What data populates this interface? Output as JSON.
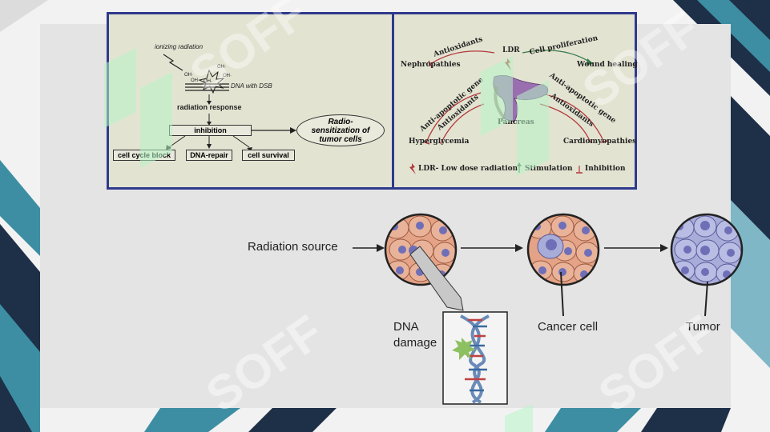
{
  "left_panel": {
    "ionizing": "ionizing radiation",
    "oh1": "OH·",
    "oh2": "OH·",
    "oh3": "OH·",
    "oh4": "OH·",
    "oh5": "OH·",
    "dna_dsb": "DNA with DSB",
    "radiation_response": "radiation response",
    "inhibition": "inhibition",
    "radiosensitization": "Radio-\nsensitization of\ntumor cells",
    "cell_cycle": "cell cycle block",
    "dna_repair": "DNA-repair",
    "cell_survival": "cell survival"
  },
  "right_panel": {
    "ldr_top": "LDR",
    "nephropathies": "Nephropathies",
    "antioxidants_top": "Antioxidants",
    "cell_proliferation": "Cell proliferation",
    "wound_healing": "Wound healing",
    "anti_apoptotic_left": "Anti-apoptotic gene",
    "antioxidants_left": "Antioxidants",
    "anti_apoptotic_right": "Anti-apoptotic gene",
    "antioxidants_right": "Antioxidants",
    "pancreas": "Pancreas",
    "hyperglycemia": "Hyperglycemia",
    "cardiomyopathies": "Cardiomyopathies",
    "legend_ldr": "LDR- Low dose radiation",
    "legend_stim": "Stimulation",
    "legend_inhib": "Inhibition"
  },
  "bottom": {
    "radiation_source": "Radiation source",
    "dna_damage_1": "DNA",
    "dna_damage_2": "damage",
    "cancer_cell": "Cancer cell",
    "tumor": "Tumor"
  },
  "watermark_text": "SOFF",
  "colors": {
    "frame": "#2e3a8c",
    "panel_bg": "#e3e3d2",
    "cell_normal": "#e4a386",
    "nucleus": "#6f6fb8",
    "cell_tumor": "#a7acd9",
    "pancreas": "#9a6fb0",
    "arrow_red": "#b23a3a",
    "arrow_green": "#3a7a4a",
    "watermark": "#b6f5c6"
  }
}
